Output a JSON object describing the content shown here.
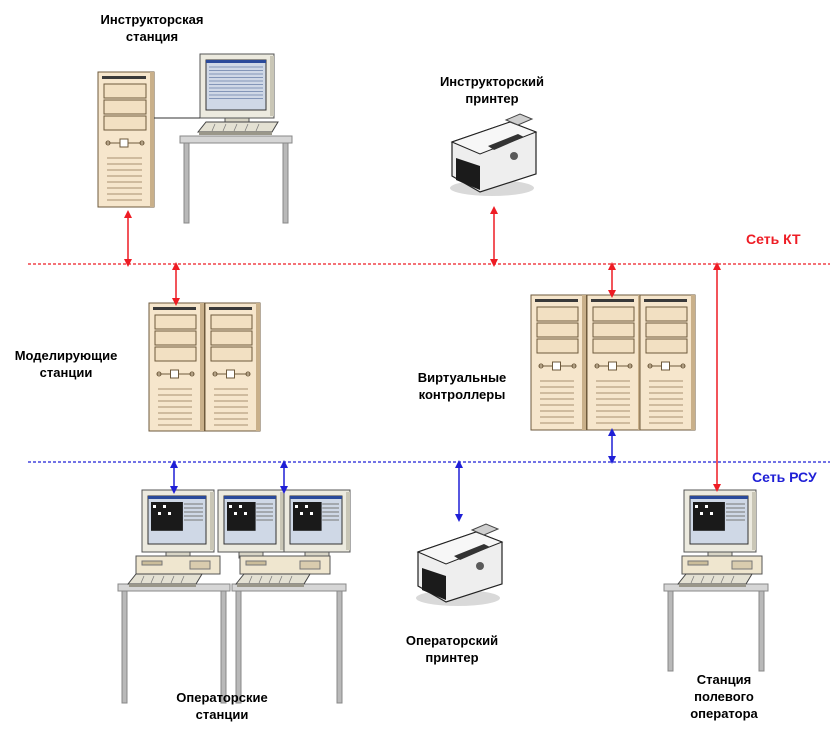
{
  "labels": {
    "instructor_station": [
      "Инструкторская",
      "станция"
    ],
    "instructor_printer": [
      "Инструкторский",
      "принтер"
    ],
    "modeling_stations": [
      "Моделирующие",
      "станции"
    ],
    "virtual_controllers": [
      "Виртуальные",
      "контроллеры"
    ],
    "operator_printer": [
      "Операторский",
      "принтер"
    ],
    "operator_stations": [
      "Операторские",
      "станции"
    ],
    "field_operator_station": [
      "Станция",
      "полевого",
      "оператора"
    ]
  },
  "networks": {
    "kt": {
      "label": "Сеть КТ",
      "color": "#ee1c24"
    },
    "rsu": {
      "label": "Сеть РСУ",
      "color": "#1f1fd6"
    }
  },
  "colors": {
    "tower": "#f6e6cc",
    "tower_dark": "#c9b08a",
    "monitor": "#eceadf",
    "screen": "#1a1a1a",
    "table_top": "#d6d6d6",
    "table_leg": "#b9b9b9"
  }
}
